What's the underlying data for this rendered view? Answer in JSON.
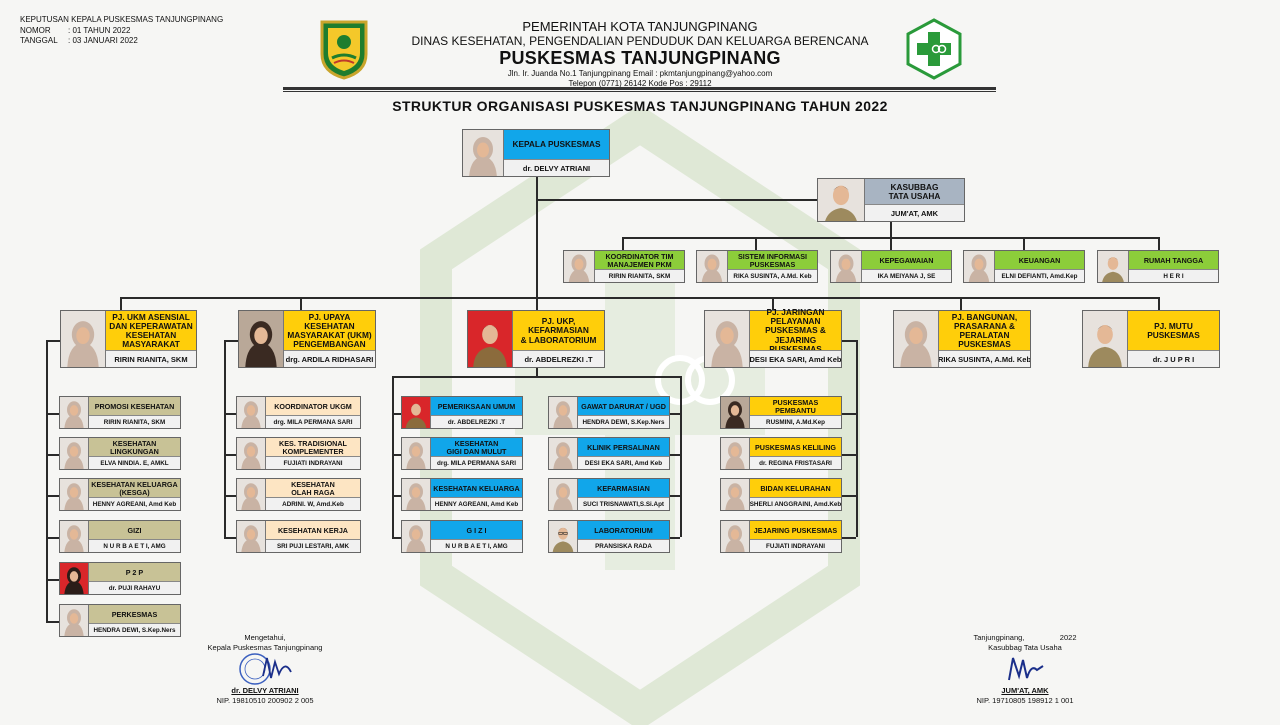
{
  "colors": {
    "blue": "#11a6ea",
    "green": "#8ccd3a",
    "yellow": "#ffce0a",
    "olive": "#c8c296",
    "cream": "#fde5c3",
    "red": "#e02222",
    "grey": "#a8b4c2",
    "white": "#ffffff"
  },
  "decree": {
    "title": "KEPUTUSAN KEPALA PUSKESMAS TANJUNGPINANG",
    "rows": [
      {
        "key": "NOMOR",
        "value": ": 01 TAHUN 2022"
      },
      {
        "key": "TANGGAL",
        "value": ": 03 JANUARI 2022"
      }
    ]
  },
  "header": {
    "line1": "PEMERINTAH KOTA TANJUNGPINANG",
    "line2": "DINAS KESEHATAN, PENGENDALIAN PENDUDUK DAN KELUARGA BERENCANA",
    "line3": "PUSKESMAS TANJUNGPINANG",
    "line4": "Jln. Ir. Juanda No.1 Tanjungpinang Email : pkmtanjungpinang@yahoo.com",
    "line5": "Telepon (0771) 26142 Kode Pos : 29112"
  },
  "crest_icon": "city-crest-icon",
  "logo_icon": "puskesmas-cross-logo-icon",
  "chart_title": "STRUKTUR ORGANISASI PUSKESMAS TANJUNGPINANG TAHUN  2022",
  "nodes": [
    {
      "id": "kepala",
      "title": "KEPALA PUSKESMAS",
      "name": "dr. DELVY ATRIANI",
      "color": "blue",
      "photo": "woman-hijab"
    },
    {
      "id": "tu",
      "title": "KASUBBAG\nTATA USAHA",
      "name": "JUM'AT, AMK",
      "color": "grey",
      "photo": "man"
    },
    {
      "id": "koord",
      "title": "KOORDINATOR TIM\nMANAJEMEN PKM",
      "name": "RIRIN RIANITA, SKM",
      "color": "green",
      "photo": "woman-hijab"
    },
    {
      "id": "sik",
      "title": "SISTEM INFORMASI\nPUSKESMAS",
      "name": "RIKA SUSINTA, A.Md. Keb",
      "color": "green",
      "photo": "woman-hijab"
    },
    {
      "id": "kepeg",
      "title": "KEPEGAWAIAN",
      "name": "IKA MEIYANA J, SE",
      "color": "green",
      "photo": "woman-hijab"
    },
    {
      "id": "keu",
      "title": "KEUANGAN",
      "name": "ELNI DEFIANTI, Amd.Kep",
      "color": "green",
      "photo": "woman-hijab"
    },
    {
      "id": "rt",
      "title": "RUMAH TANGGA",
      "name": "H E R I",
      "color": "green",
      "photo": "man"
    },
    {
      "id": "ukm",
      "title": "PJ. UKM ASENSIAL\nDAN KEPERAWATAN\nKESEHATAN\nMASYARAKAT",
      "name": "RIRIN RIANITA, SKM",
      "color": "yellow",
      "photo": "woman-hijab"
    },
    {
      "id": "ukmp",
      "title": "PJ. UPAYA\nKESEHATAN\nMASYARAKAT (UKM)\nPENGEMBANGAN",
      "name": "drg. ARDILA RIDHASARI",
      "color": "yellow",
      "photo": "woman-hijab-dark"
    },
    {
      "id": "ukp",
      "title": "PJ. UKP,\nKEFARMASIAN\n& LABORATORIUM",
      "name": "dr. ABDELREZKI .T",
      "color": "yellow",
      "photo": "man-red"
    },
    {
      "id": "jar",
      "title": "PJ. JARINGAN\nPELAYANAN\nPUSKESMAS &\nJEJARING PUSKESMAS",
      "name": "DESI EKA SARI, Amd Keb",
      "color": "yellow",
      "photo": "woman-hijab"
    },
    {
      "id": "bang",
      "title": "PJ. BANGUNAN,\nPRASARANA &\nPERALATAN\nPUSKESMAS",
      "name": "RIKA SUSINTA, A.Md. Keb",
      "color": "yellow",
      "photo": "woman-hijab"
    },
    {
      "id": "mutu",
      "title": "PJ. MUTU\nPUSKESMAS",
      "name": "dr. J U P R I",
      "color": "yellow",
      "photo": "man"
    },
    {
      "id": "a1",
      "title": "PROMOSI KESEHATAN",
      "name": "RIRIN RIANITA, SKM",
      "color": "olive",
      "photo": "woman-hijab"
    },
    {
      "id": "a2",
      "title": "KESEHATAN\nLINGKUNGAN",
      "name": "ELVA NINDIA. E, AMKL",
      "color": "olive",
      "photo": "woman-hijab"
    },
    {
      "id": "a3",
      "title": "KESEHATAN KELUARGA\n(KESGA)",
      "name": "HENNY AGREANI, Amd Keb",
      "color": "olive",
      "photo": "woman-hijab"
    },
    {
      "id": "a4",
      "title": "GIZI",
      "name": "N U R B A E T I, AMG",
      "color": "olive",
      "photo": "woman-hijab"
    },
    {
      "id": "a5",
      "title": "P 2 P",
      "name": "dr. PUJI RAHAYU",
      "color": "olive",
      "photo": "woman-red"
    },
    {
      "id": "a6",
      "title": "PERKESMAS",
      "name": "HENDRA DEWI, S.Kep.Ners",
      "color": "olive",
      "photo": "woman-hijab"
    },
    {
      "id": "b1",
      "title": "KOORDINATOR UKGM",
      "name": "drg. MILA PERMANA SARI",
      "color": "cream",
      "photo": "woman-hijab"
    },
    {
      "id": "b2",
      "title": "KES. TRADISIONAL\nKOMPLEMENTER",
      "name": "FUJIATI INDRAYANI",
      "color": "cream",
      "photo": "woman-hijab"
    },
    {
      "id": "b3",
      "title": "KESEHATAN\nOLAH RAGA",
      "name": "ADRINI. W, Amd.Keb",
      "color": "cream",
      "photo": "woman-hijab"
    },
    {
      "id": "b4",
      "title": "KESEHATAN KERJA",
      "name": "SRI PUJI LESTARI, AMK",
      "color": "cream",
      "photo": "woman-hijab"
    },
    {
      "id": "c1",
      "title": "PEMERIKSAAN UMUM",
      "name": "dr. ABDELREZKI .T",
      "color": "blue",
      "photo": "man-red"
    },
    {
      "id": "c2",
      "title": "KESEHATAN\nGIGI DAN MULUT",
      "name": "drg. MILA PERMANA SARI",
      "color": "blue",
      "photo": "woman-hijab"
    },
    {
      "id": "c3",
      "title": "KESEHATAN KELUARGA",
      "name": "HENNY AGREANI, Amd Keb",
      "color": "blue",
      "photo": "woman-hijab"
    },
    {
      "id": "c4",
      "title": "G I Z I",
      "name": "N U R B A E T I, AMG",
      "color": "blue",
      "photo": "woman-hijab"
    },
    {
      "id": "d1",
      "title": "GAWAT DARURAT / UGD",
      "name": "HENDRA DEWI, S.Kep.Ners",
      "color": "blue",
      "photo": "woman-hijab"
    },
    {
      "id": "d2",
      "title": "KLINIK PERSALINAN",
      "name": "DESI EKA SARI, Amd Keb",
      "color": "blue",
      "photo": "woman-hijab"
    },
    {
      "id": "d3",
      "title": "KEFARMASIAN",
      "name": "SUCI TRISNAWATI,S.Si.Apt",
      "color": "blue",
      "photo": "woman-hijab"
    },
    {
      "id": "d4",
      "title": "LABORATORIUM",
      "name": "PRANSISKA RADA",
      "color": "blue",
      "photo": "man-glasses"
    },
    {
      "id": "e1",
      "title": "PUSKESMAS PEMBANTU",
      "name": "RUSMINI, A.Md.Kep",
      "color": "yellow",
      "photo": "woman-hijab-dark"
    },
    {
      "id": "e2",
      "title": "PUSKESMAS KELILING",
      "name": "dr. REGINA FRISTASARI",
      "color": "yellow",
      "photo": "woman-hijab"
    },
    {
      "id": "e3",
      "title": "BIDAN KELURAHAN",
      "name": "SHERLI ANGGRAINI, Amd.Keb",
      "color": "yellow",
      "photo": "woman-hijab"
    },
    {
      "id": "e4",
      "title": "JEJARING  PUSKESMAS",
      "name": "FUJIATI INDRAYANI",
      "color": "yellow",
      "photo": "woman-hijab"
    }
  ],
  "sign_left": {
    "line1": "Mengetahui,",
    "line2": "Kepala Puskesmas Tanjungpinang",
    "name": "dr. DELVY ATRIANI",
    "nip": "NIP. 19810510 200902 2 005"
  },
  "sign_right": {
    "line1": "Tanjungpinang,                 2022",
    "line2": "Kasubbag Tata Usaha",
    "name": "JUM'AT, AMK",
    "nip": "NIP. 19710805 198912 1 001"
  }
}
